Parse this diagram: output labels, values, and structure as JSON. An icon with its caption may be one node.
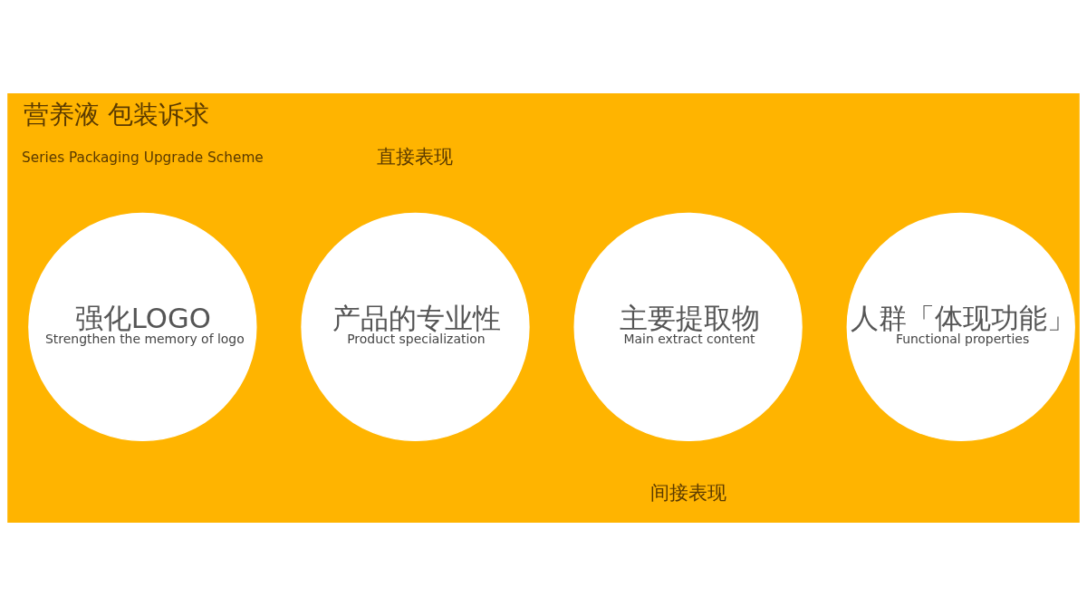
{
  "diagram": {
    "title": "营养液 包装诉求",
    "nodes": [
      {
        "text": [
          "强化LOGO",
          "Strengthen the memory of logo"
        ]
      },
      {
        "text": [
          "产品的专业性",
          "Product specialization"
        ]
      },
      {
        "text": [
          "主要提取物",
          "Main extract content"
        ]
      },
      {
        "text": [
          "人群「体现功能」",
          "Functional properties"
        ]
      }
    ],
    "edges": [],
    "labels": [
      "Series Packaging Upgrade Scheme",
      "直接表现",
      "间接表现"
    ]
  }
}
